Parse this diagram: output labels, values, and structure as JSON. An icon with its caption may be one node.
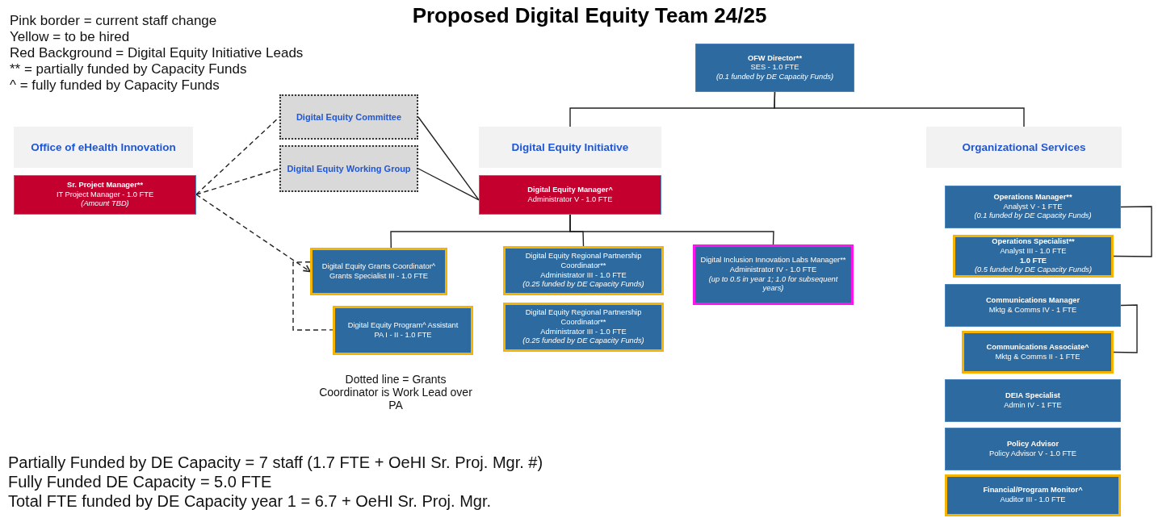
{
  "diagram": {
    "title": "Proposed Digital Equity Team 24/25",
    "nodes": [
      {
        "text": [
          "OFW Director**",
          "SES - 1.0 FTE",
          "(0.1 funded by DE Capacity Funds)"
        ]
      },
      {
        "text": [
          "Office of eHealth Innovation"
        ]
      },
      {
        "text": [
          "Digital Equity Committee"
        ]
      },
      {
        "text": [
          "Digital Equity Working Group"
        ]
      },
      {
        "text": [
          "Digital Equity Initiative"
        ]
      },
      {
        "text": [
          "Organizational Services"
        ]
      },
      {
        "text": [
          "Sr. Project Manager**",
          "IT Project Manager - 1.0 FTE",
          "(Amount TBD)"
        ]
      },
      {
        "text": [
          "Digital Equity Manager^",
          "Administrator V - 1.0 FTE"
        ]
      },
      {
        "text": [
          "Operations Manager**",
          "Analyst  V - 1 FTE",
          "(0.1 funded by DE Capacity Funds)"
        ]
      },
      {
        "text": [
          "Operations Specialist**",
          "Analyst III - 1.0 FTE",
          "1.0 FTE",
          "(0.5 funded by DE Capacity Funds)"
        ]
      },
      {
        "text": [
          "Digital Equity Grants Coordinator^",
          "Grants Specialist III - 1.0 FTE"
        ]
      },
      {
        "text": [
          "Digital Equity Regional Partnership Coordinator**",
          "Administrator III - 1.0 FTE",
          "(0.25 funded by DE Capacity Funds)"
        ]
      },
      {
        "text": [
          "Digital Inclusion Innovation Labs Manager**",
          "Administrator IV - 1.0 FTE",
          "(up to 0.5  in year 1; 1.0 for subsequent years)"
        ]
      },
      {
        "text": [
          "Communications Manager",
          "Mktg & Comms IV - 1 FTE"
        ]
      },
      {
        "text": [
          "Digital Equity Program^ Assistant",
          "PA I - II  - 1.0 FTE"
        ]
      },
      {
        "text": [
          "Digital Equity Regional Partnership Coordinator**",
          "Administrator III - 1.0 FTE",
          "(0.25 funded by DE Capacity Funds)"
        ]
      },
      {
        "text": [
          "Communications Associate^",
          "Mktg & Comms II  - 1 FTE"
        ]
      },
      {
        "text": [
          "DEIA Specialist",
          "Admin IV - 1 FTE"
        ]
      },
      {
        "text": [
          "Policy Advisor",
          "Policy Advisor V - 1.0  FTE"
        ]
      },
      {
        "text": [
          "Financial/Program Monitor^",
          "Auditor III  - 1.0  FTE"
        ]
      }
    ],
    "edges": [
      {
        "from": 0,
        "to": 4,
        "arrow": "none"
      },
      {
        "from": 0,
        "to": 5,
        "arrow": "none"
      },
      {
        "from": 2,
        "to": 7,
        "arrow": "none"
      },
      {
        "from": 3,
        "to": 7,
        "arrow": "none"
      },
      {
        "from": 6,
        "to": 2,
        "arrow": "none",
        "style": "dashed"
      },
      {
        "from": 6,
        "to": 3,
        "arrow": "none",
        "style": "dashed"
      },
      {
        "from": 6,
        "to": 10,
        "arrow": "to",
        "style": "dashed"
      },
      {
        "from": 10,
        "to": 14,
        "arrow": "none",
        "style": "dashed"
      },
      {
        "from": 7,
        "to": 10,
        "arrow": "none"
      },
      {
        "from": 7,
        "to": 11,
        "arrow": "none"
      },
      {
        "from": 7,
        "to": 12,
        "arrow": "none"
      },
      {
        "from": 8,
        "to": 9,
        "arrow": "none"
      },
      {
        "from": 13,
        "to": 16,
        "arrow": "none"
      }
    ],
    "labels": [
      "Pink border = current staff change",
      "Yellow = to be hired",
      "Red Background = Digital Equity Initiative Leads",
      "** = partially funded by Capacity Funds",
      "^ = fully funded by Capacity Funds",
      "Dotted line = Grants Coordinator is Work Lead over PA",
      "Partially Funded by DE Capacity = 7 staff (1.7 FTE + OeHI Sr. Proj. Mgr. #)",
      "Fully Funded DE Capacity = 5.0 FTE",
      "Total FTE funded by DE Capacity year 1 = 6.7 + OeHI Sr. Proj. Mgr."
    ]
  }
}
